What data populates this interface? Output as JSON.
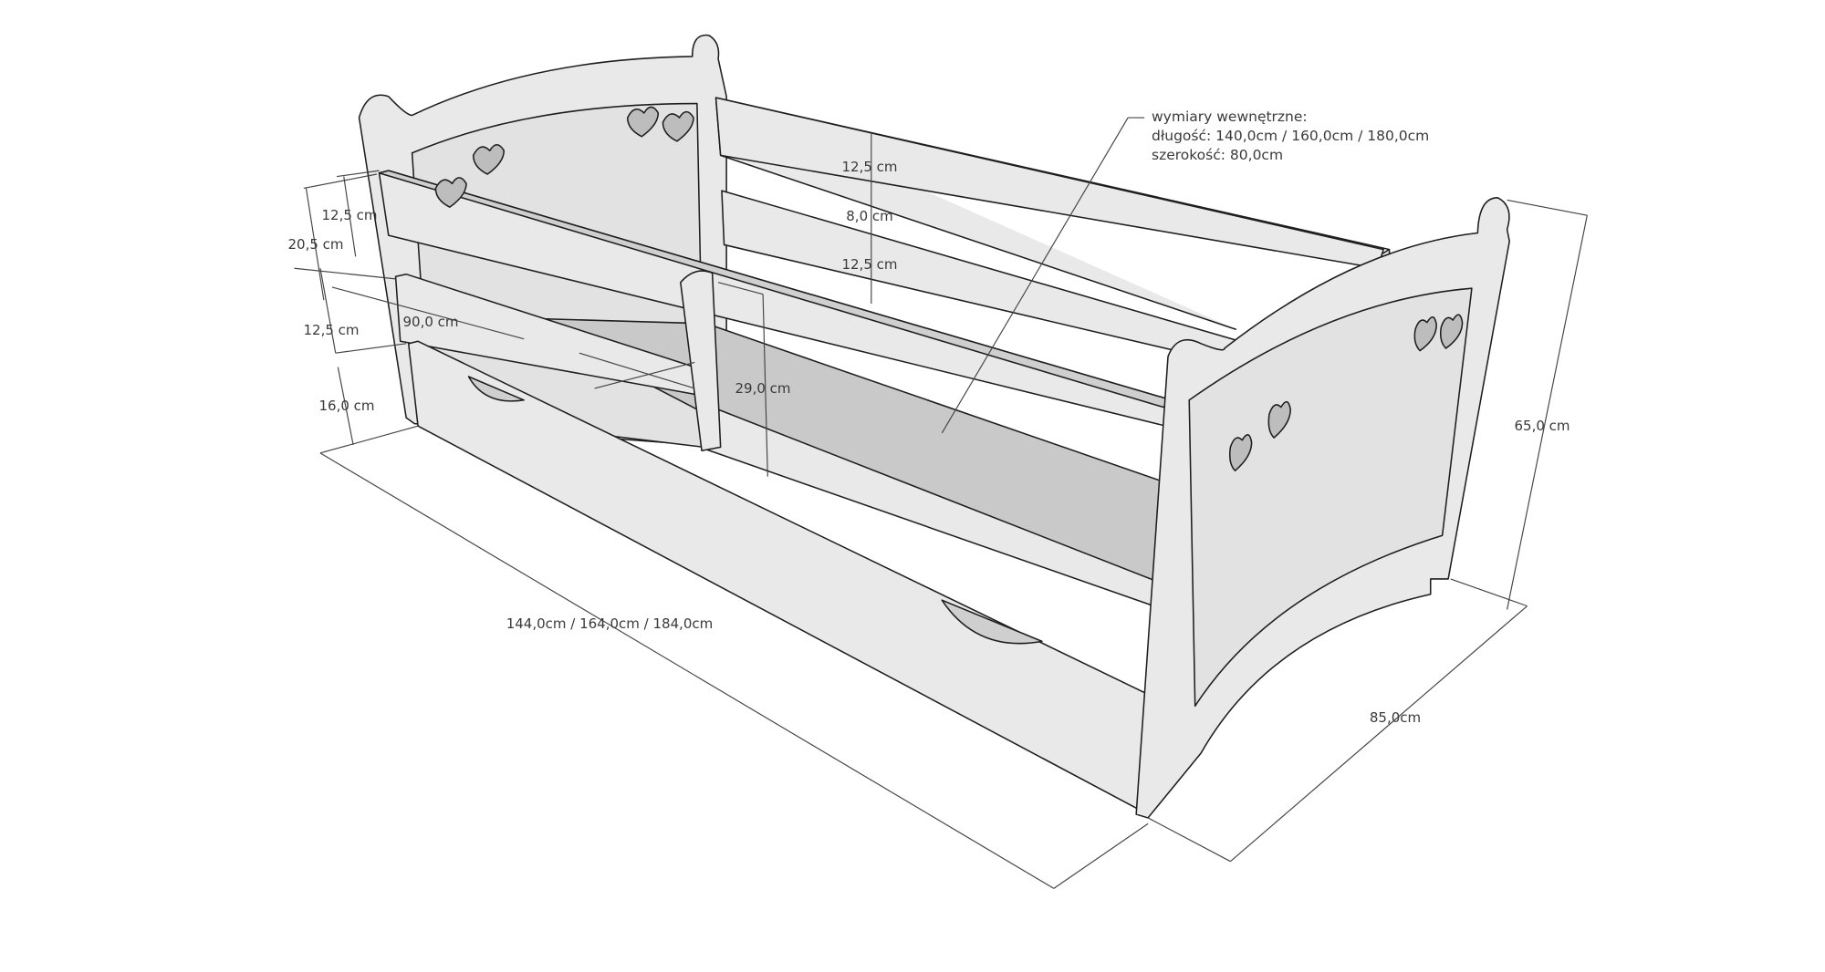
{
  "dimensions": {
    "front_top_rail": "12,5 cm",
    "front_total_upper": "20,5 cm",
    "front_lower_rail": "12,5 cm",
    "drawer_height": "16,0 cm",
    "opening_width": "90,0 cm",
    "mattress_to_rail": "29,0 cm",
    "back_top_rail": "12,5 cm",
    "back_gap": "8,0 cm",
    "back_lower_rail": "12,5 cm",
    "total_height": "65,0 cm",
    "total_width": "85,0cm",
    "total_length": "144,0cm / 164,0cm / 184,0cm"
  },
  "internal_note": {
    "title": "wymiary wewnętrzne:",
    "length": "długość: 140,0cm / 160,0cm / 180,0cm",
    "width": "szerokość: 80,0cm"
  },
  "colors": {
    "panel": "#e9e9e9",
    "mattress": "#c9c9c9",
    "stroke": "#1e1e1e",
    "dimension": "#444444"
  }
}
